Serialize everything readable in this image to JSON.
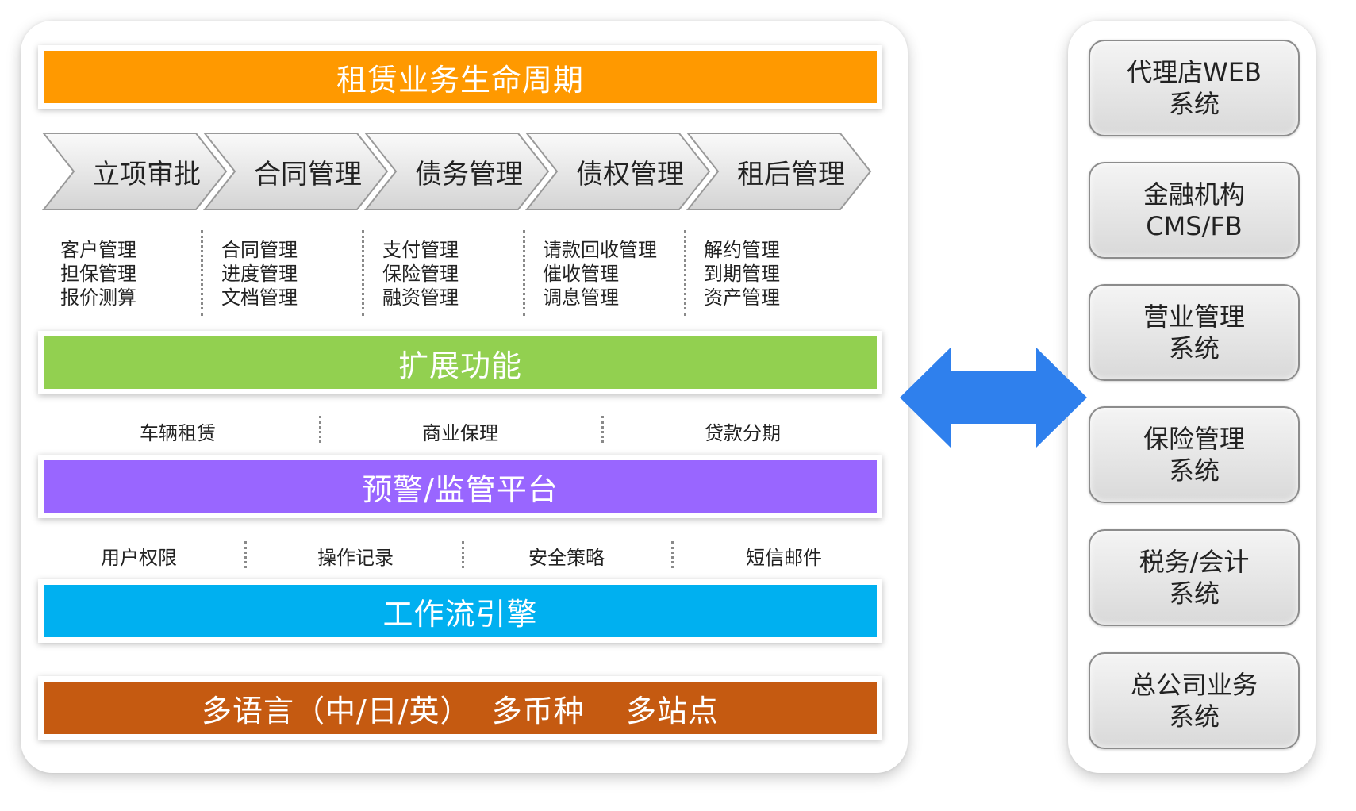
{
  "lifecycle": {
    "title": "租赁业务生命周期",
    "stages": [
      "立项审批",
      "合同管理",
      "债务管理",
      "债权管理",
      "租后管理"
    ],
    "sub_items": [
      [
        "客户管理",
        "担保管理",
        "报价测算"
      ],
      [
        "合同管理",
        "进度管理",
        "文档管理"
      ],
      [
        "支付管理",
        "保险管理",
        "融资管理"
      ],
      [
        "请款回收管理",
        "催收管理",
        "调息管理"
      ],
      [
        "解约管理",
        "到期管理",
        "资产管理"
      ]
    ]
  },
  "extension": {
    "title": "扩展功能",
    "items": [
      "车辆租赁",
      "商业保理",
      "贷款分期"
    ]
  },
  "warning": {
    "title": "预警/监管平台",
    "items": [
      "用户权限",
      "操作记录",
      "安全策略",
      "短信邮件"
    ]
  },
  "workflow": {
    "title": "工作流引擎"
  },
  "multi": {
    "title": "多语言（中/日/英）  多币种    多站点"
  },
  "systems": [
    [
      "代理店WEB",
      "系统"
    ],
    [
      "金融机构",
      "CMS/FB"
    ],
    [
      "营业管理",
      "系统"
    ],
    [
      "保险管理",
      "系统"
    ],
    [
      "税务/会计",
      "系统"
    ],
    [
      "总公司业务",
      "系统"
    ]
  ],
  "colors": {
    "lifecycle": "#FF9900",
    "extension": "#92D050",
    "warning": "#9966FF",
    "workflow": "#00B0F0",
    "multi": "#C55A11",
    "arrow": "#2F80ED"
  }
}
